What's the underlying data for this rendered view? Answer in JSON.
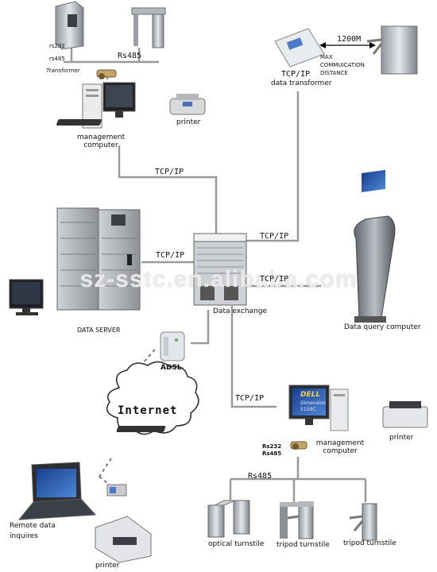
{
  "top_left": {
    "rs232": "rs232",
    "rs485_small": "rs485",
    "transformer": "Transformer",
    "rs485_bus": "Rs485",
    "management_computer": "management computer",
    "printer": "printer"
  },
  "top_right": {
    "tcpip": "TCP/IP",
    "data_transformer": "data transformer",
    "distance_value": "1200M",
    "distance_label": "MAX COMMUICATION DISTANCE"
  },
  "center": {
    "tcpip_upper": "TCP/IP",
    "tcpip_right": "TCP/IP",
    "tcpip_left": "TCP/IP",
    "tcpip_query": "TCP/IP",
    "tcpip_lower": "TCP/IP",
    "data_exchange": "Data exchange",
    "data_server": "DATA SERVER",
    "data_query_computer": "Data query computer",
    "adsl": "ADSL",
    "internet": "Internet"
  },
  "bottom_left": {
    "remote_data_inquires": "Remote data inquires",
    "printer": "printer"
  },
  "bottom_right": {
    "rs232": "Rs232",
    "rs485_small": "Rs485",
    "management_computer": "management computer",
    "printer": "printer",
    "rs485_bus": "Rs485",
    "optical_turnstile": "optical turnstile",
    "tripod_turnstile_1": "tripod turnstile",
    "tripod_turnstile_2": "tripod turnstile",
    "screen_brand": "DELL",
    "screen_model": "Dimension 5150C"
  },
  "watermark": "sz-sstc.en.alibaba.com",
  "colors": {
    "line": "#9a9a9a",
    "device_gray": "#c9ccd0",
    "screen_blue": "#1f4fae"
  }
}
